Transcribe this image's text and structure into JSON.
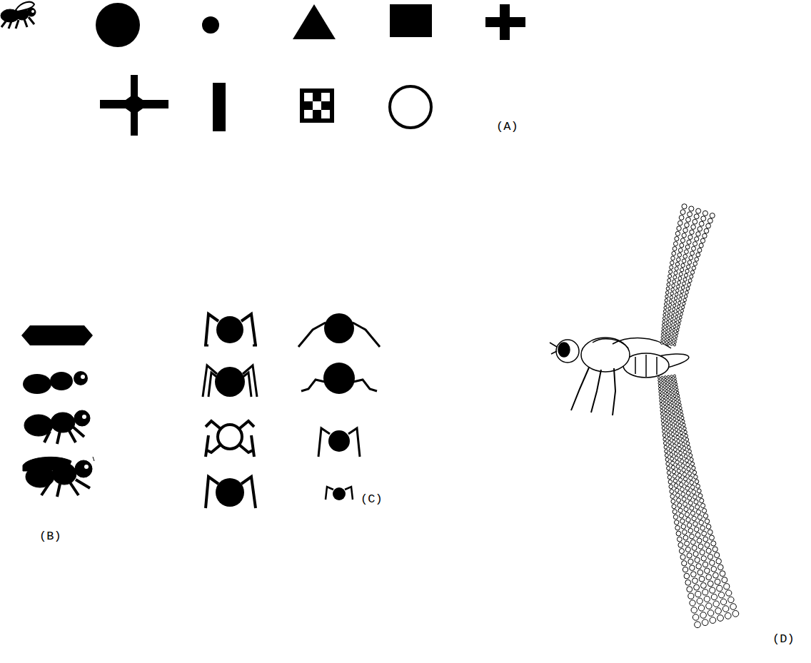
{
  "diagram": {
    "labels": [
      "(A)",
      "(B)",
      "(C)",
      "(D)"
    ]
  }
}
